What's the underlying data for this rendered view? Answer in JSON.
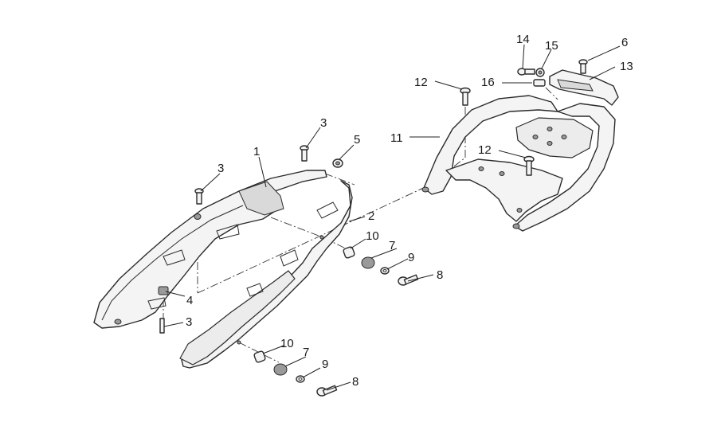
{
  "callouts": {
    "c1": "1",
    "c2": "2",
    "c3a": "3",
    "c3b": "3",
    "c3c": "3",
    "c4": "4",
    "c5": "5",
    "c6": "6",
    "c7a": "7",
    "c7b": "7",
    "c8a": "8",
    "c8b": "8",
    "c9a": "9",
    "c9b": "9",
    "c10a": "10",
    "c10b": "10",
    "c11": "11",
    "c12a": "12",
    "c12b": "12",
    "c13": "13",
    "c14": "14",
    "c15": "15",
    "c16": "16"
  },
  "colors": {
    "stroke": "#2b2b2b",
    "fill": "#f4f4f4",
    "background": "#ffffff"
  }
}
